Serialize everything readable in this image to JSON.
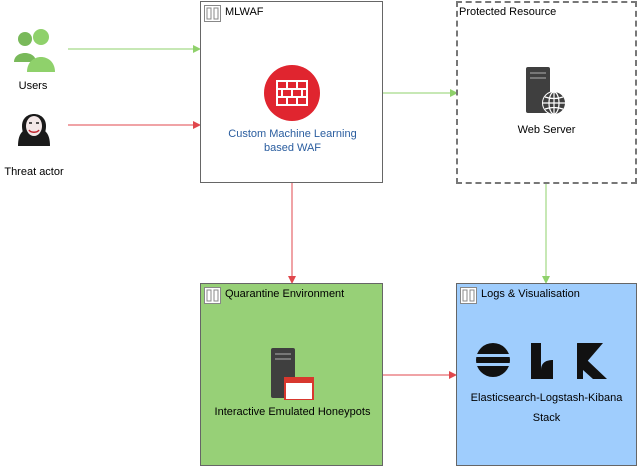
{
  "actors": {
    "users_label": "Users",
    "threat_label": "Threat actor"
  },
  "mlwaf": {
    "title": "MLWAF",
    "component_label": "Custom Machine Learning based WAF",
    "component_line1": "Custom Machine Learning",
    "component_line2": "based WAF"
  },
  "protected": {
    "title": "Protected Resource",
    "server_label": "Web Server"
  },
  "quarantine": {
    "title": "Quarantine Environment",
    "honeypot_label": "Interactive Emulated Honeypots"
  },
  "logs": {
    "title": "Logs & Visualisation",
    "stack_line1": "Elasticsearch-Logstash-Kibana",
    "stack_line2": "Stack"
  },
  "colors": {
    "legit_flow": "#8fd16b",
    "threat_flow": "#e0474c",
    "waf_red": "#e0252f",
    "waf_text": "#2a5d9f",
    "quarantine_fill": "#97d077",
    "logs_fill": "#9fcdfd",
    "box_border": "#666666"
  },
  "icons": {
    "users": "users-icon",
    "threat": "hacker-icon",
    "waf": "firewall-icon",
    "server": "web-server-icon",
    "honeypot": "honeypot-icon",
    "elk": "elk-logo"
  }
}
